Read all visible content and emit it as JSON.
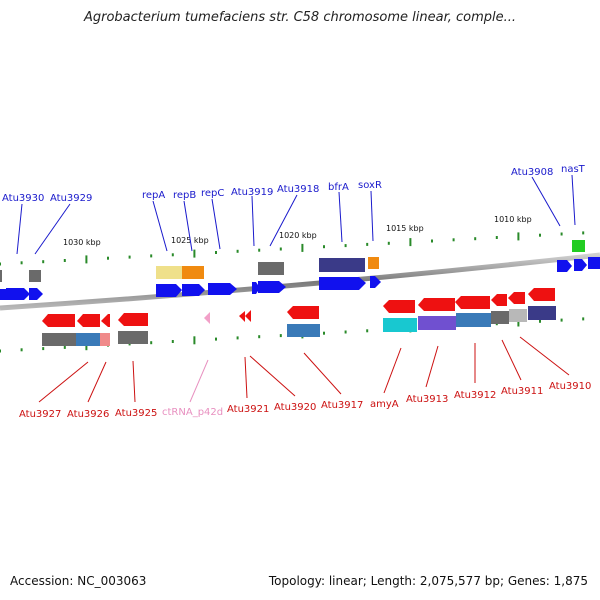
{
  "title": "Agrobacterium tumefaciens str. C58 chromosome linear, comple...",
  "footer": {
    "accession": "Accession: NC_003063",
    "topology": "Topology: linear; Length: 2,075,577 bp; Genes: 1,875"
  },
  "colors": {
    "forward": "#1111ee",
    "reverse": "#ee1111",
    "rna": "#f2a0c8",
    "label_forward": "#1a1acc",
    "label_reverse": "#cc1111",
    "label_rna": "#e890c0",
    "tick": "#2a8a2a",
    "backbone": "#8a8a8a"
  },
  "scale_labels": [
    "1030 kbp",
    "1025 kbp",
    "1020 kbp",
    "1015 kbp",
    "1010 kbp"
  ],
  "top_genes": [
    "Atu3930",
    "Atu3929",
    "repA",
    "repB",
    "repC",
    "Atu3919",
    "Atu3918",
    "bfrA",
    "soxR",
    "Atu3908",
    "nasT"
  ],
  "bottom_genes": [
    "Atu3927",
    "Atu3926",
    "Atu3925",
    "ctRNA_p42d",
    "Atu3921",
    "Atu3920",
    "Atu3917",
    "amyA",
    "Atu3913",
    "Atu3912",
    "Atu3911",
    "Atu3910"
  ]
}
